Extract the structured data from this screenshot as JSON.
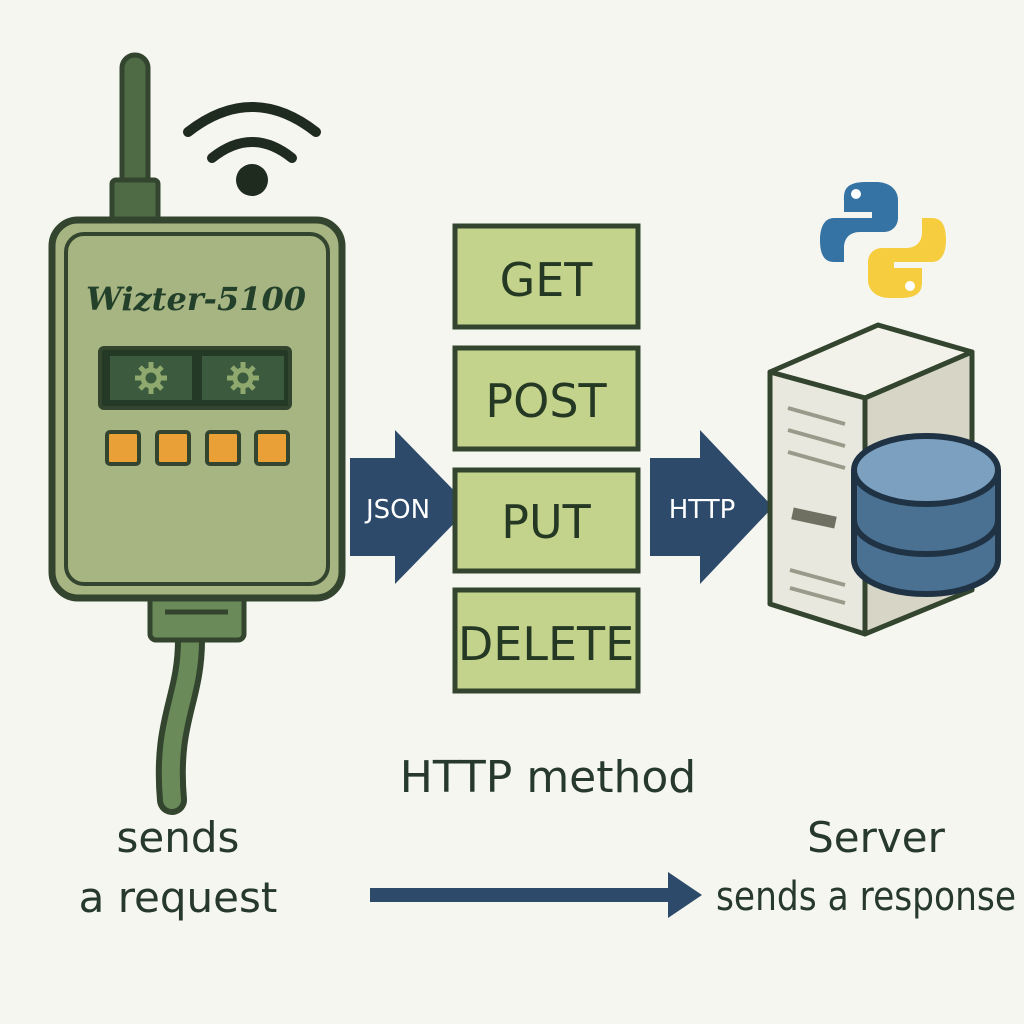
{
  "device": {
    "name": "Wizter-5100",
    "caption_line1": "sends",
    "caption_line2": "a request",
    "wifi_icon": "wifi-icon",
    "display_icon": "gear-icon",
    "button_count": 4
  },
  "payload_arrow": {
    "label": "JSON"
  },
  "transport_arrow": {
    "label": "HTTP"
  },
  "methods": {
    "items": [
      "GET",
      "POST",
      "PUT",
      "DELETE"
    ],
    "caption": "HTTP method"
  },
  "server": {
    "caption_line1": "Server",
    "caption_line2": "sends a response",
    "logo_icon": "python-logo-icon",
    "database_icon": "database-icon"
  },
  "colors": {
    "background": "#f5f6f0",
    "device_body": "#a7b583",
    "device_border": "#33452e",
    "method_fill": "#c3d38b",
    "method_border": "#33452e",
    "arrow_blue": "#2d4a6b",
    "button_orange": "#e8a037",
    "python_blue": "#3573a5",
    "python_yellow": "#f6cd3f",
    "db_blue": "#5a84a5",
    "server_body": "#e9e8de"
  }
}
